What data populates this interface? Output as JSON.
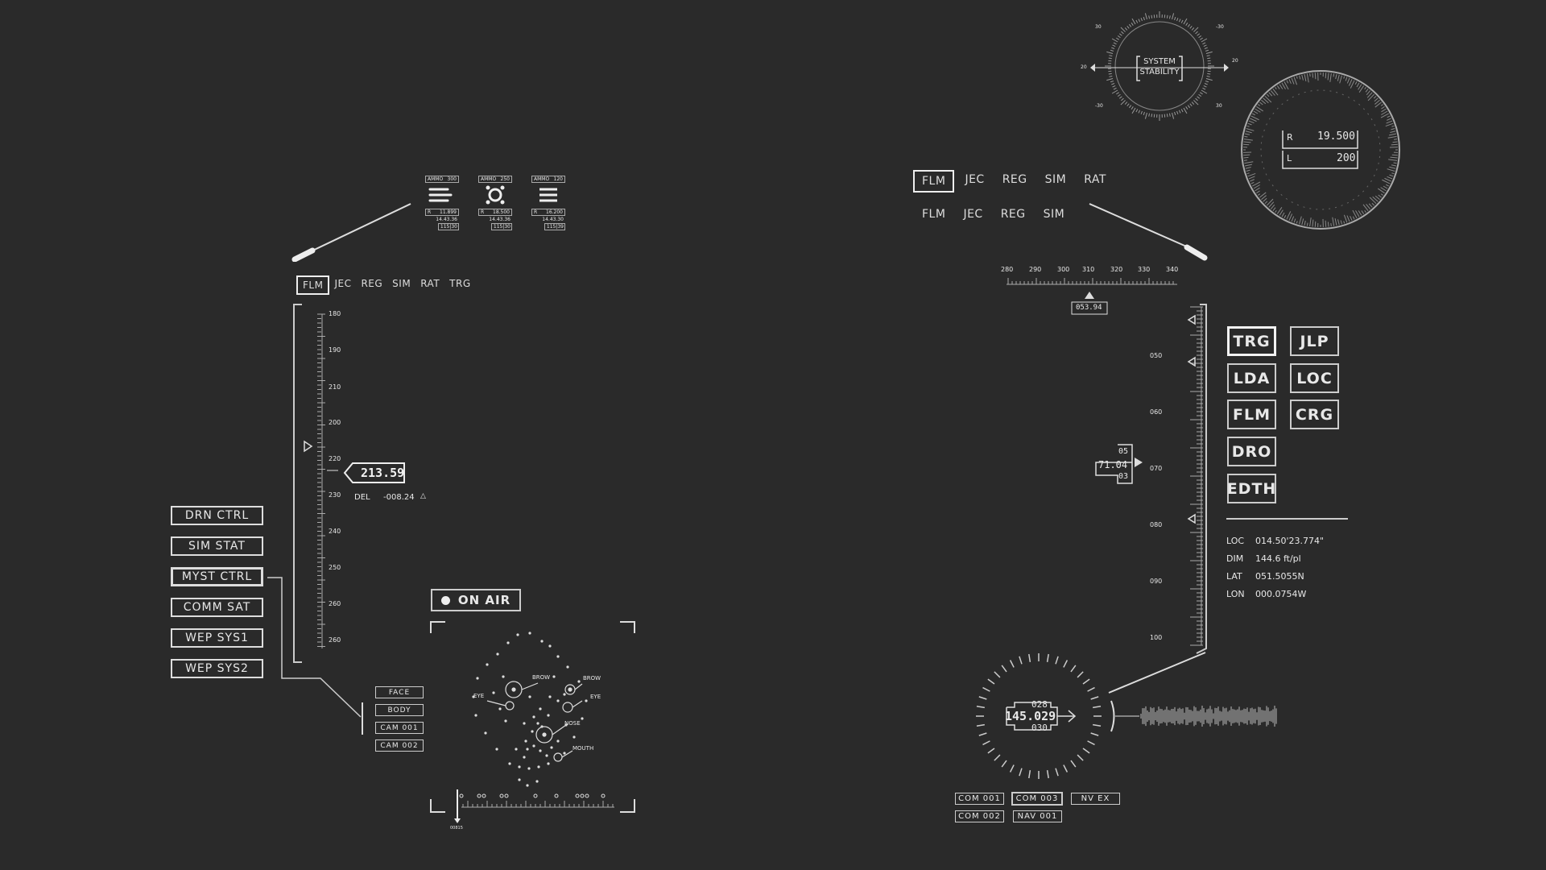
{
  "ammo": [
    {
      "label": "AMMO",
      "count": "300",
      "r": "R",
      "value": "11.899",
      "time": "14.43.36",
      "sub": "115|30"
    },
    {
      "label": "AMMO",
      "count": "250",
      "r": "R",
      "value": "18.500",
      "time": "14.43.36",
      "sub": "115|30"
    },
    {
      "label": "AMMO",
      "count": "120",
      "r": "R",
      "value": "16.200",
      "time": "14.43.30",
      "sub": "115|39"
    }
  ],
  "left_tabs": [
    "FLM",
    "JEC",
    "REG",
    "SIM",
    "RAT",
    "TRG"
  ],
  "left_scale": {
    "ticks": [
      "180",
      "190",
      "210",
      "200",
      "220",
      "230",
      "240",
      "250",
      "260",
      "260"
    ],
    "readout": "213.59",
    "del_label": "DEL",
    "del_value": "-008.24"
  },
  "systems": [
    "DRN CTRL",
    "SIM STAT",
    "MYST CTRL",
    "COMM SAT",
    "WEP SYS1",
    "WEP SYS2"
  ],
  "face_buttons": [
    "FACE",
    "BODY",
    "CAM 001",
    "CAM 002"
  ],
  "on_air": "ON AIR",
  "face_labels": {
    "brow_l": "BROW",
    "brow_r": "BROW",
    "eye_l": "EYE",
    "eye_r": "EYE",
    "nose": "NOSE",
    "mouth": "MOUTH"
  },
  "face_bottom_label": "00815",
  "right_tabs_row1": [
    "FLM",
    "JEC",
    "REG",
    "SIM",
    "RAT"
  ],
  "right_tabs_row2": [
    "FLM",
    "JEC",
    "REG",
    "SIM"
  ],
  "stability": {
    "line1": "SYSTEM",
    "line2": "STABILITY",
    "ticks": [
      "30",
      "-30",
      "20",
      "20",
      "-30",
      "30"
    ]
  },
  "gauge": {
    "r_label": "R",
    "r_value": "19.500",
    "l_label": "L",
    "l_value": "200"
  },
  "heading": {
    "ticks": [
      "280",
      "290",
      "300",
      "310",
      "320",
      "330",
      "340"
    ],
    "value": "053.94"
  },
  "right_scale": {
    "ticks": [
      "050",
      "060",
      "070",
      "080",
      "090",
      "100"
    ],
    "value": "71.04",
    "top": "05",
    "bottom": "03"
  },
  "big_buttons": [
    "TRG",
    "JLP",
    "LDA",
    "LOC",
    "FLM",
    "CRG",
    "DRO",
    "EDTH"
  ],
  "info": [
    {
      "k": "LOC",
      "v": "014.50'23.774\""
    },
    {
      "k": "DIM",
      "v": "144.6 ft/pl"
    },
    {
      "k": "LAT",
      "v": "051.5055N"
    },
    {
      "k": "LON",
      "v": "000.0754W"
    }
  ],
  "dial": {
    "value": "145.029",
    "top": "028",
    "bottom": "030"
  },
  "com_buttons": [
    "COM 001",
    "COM 003",
    "NV EX",
    "COM 002",
    "NAV 001"
  ]
}
